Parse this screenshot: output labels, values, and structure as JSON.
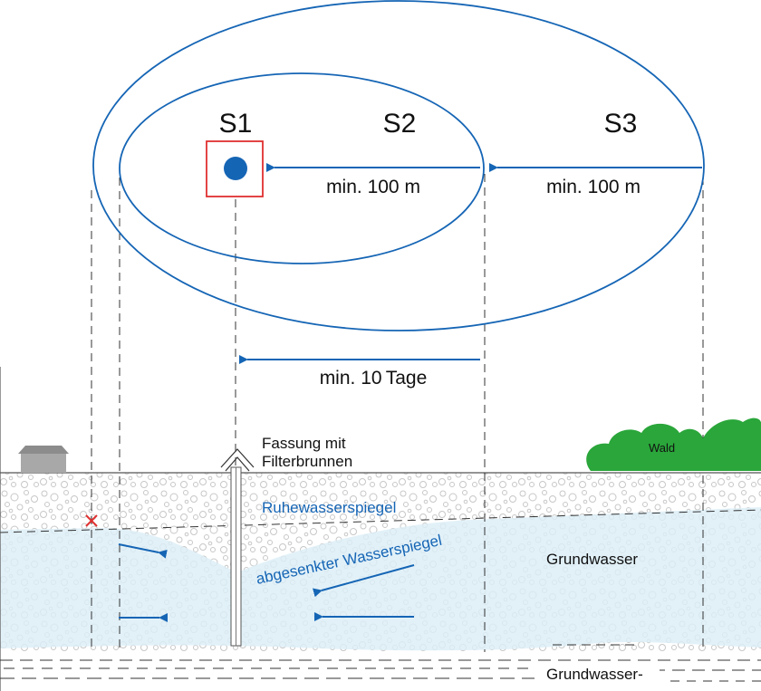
{
  "zones": {
    "s1": "S1",
    "s2": "S2",
    "s3": "S3"
  },
  "distances": {
    "s1_s2": "min. 100 m",
    "s2_s3": "min. 100 m",
    "travel_time": "min. 10 Tage"
  },
  "labels": {
    "fassung_line1": "Fassung mit",
    "fassung_line2": "Filterbrunnen",
    "wald": "Wald",
    "ruhewasserspiegel": "Ruhewasserspiegel",
    "abgesenkter_wasserspiegel": "abgesenkter Wasserspiegel",
    "grundwasser": "Grundwasser",
    "grundwasser_bottom": "Grundwasser-"
  },
  "icons": {
    "well": "well-point-icon",
    "house": "house-icon",
    "forest": "forest-icon",
    "cross": "cross-marker-icon"
  },
  "colors": {
    "blue": "#1565b5",
    "red": "#e03030",
    "water": "#dceef7",
    "forest": "#2aa63a",
    "house": "#9a9a9a",
    "ground_circles": "#c8c8c8"
  }
}
